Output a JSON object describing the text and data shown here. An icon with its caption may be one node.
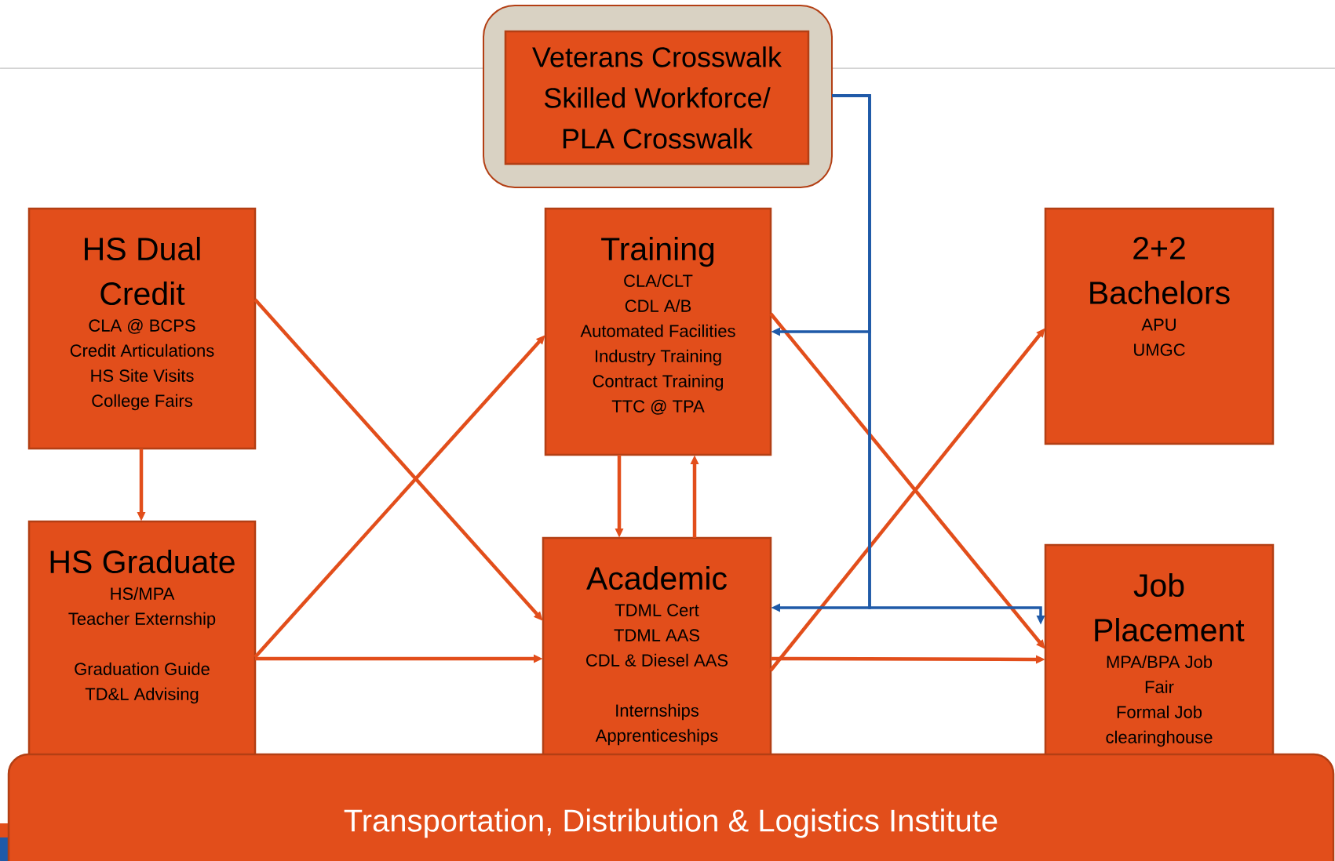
{
  "diagram": {
    "nodes": [
      {
        "text": [
          "Veterans Crosswalk Skilled Workforce/ PLA Crosswalk"
        ]
      },
      {
        "text": [
          "HS Dual Credit",
          "CLA @ BCPS",
          "Credit Articulations",
          "HS Site Visits",
          "College Fairs"
        ]
      },
      {
        "text": [
          "Training",
          "CLA/CLT",
          "CDL A/B",
          "Automated Facilities",
          "Industry Training",
          "Contract Training",
          "TTC @ TPA"
        ]
      },
      {
        "text": [
          "2+2 Bachelors",
          "APU",
          "UMGC"
        ]
      },
      {
        "text": [
          "HS Graduate",
          "HS/MPA",
          "Teacher Externship",
          "Graduation Guide",
          "TD&L Advising"
        ]
      },
      {
        "text": [
          "Academic",
          "TDML Cert",
          "TDML AAS",
          "CDL & Diesel AAS",
          "Internships",
          "Apprenticeships"
        ]
      },
      {
        "text": [
          "Job Placement",
          "MPA/BPA Job Fair",
          "Formal Job clearinghouse"
        ]
      },
      {
        "text": [
          "Transportation, Distribution & Logistics Institute"
        ]
      }
    ],
    "edges": [
      {
        "from": 1,
        "to": 4,
        "arrow": "to"
      },
      {
        "from": 1,
        "to": 5,
        "arrow": "to"
      },
      {
        "from": 4,
        "to": 2,
        "arrow": "to"
      },
      {
        "from": 4,
        "to": 5,
        "arrow": "to"
      },
      {
        "from": 2,
        "to": 5,
        "arrow": "to"
      },
      {
        "from": 5,
        "to": 2,
        "arrow": "to"
      },
      {
        "from": 2,
        "to": 6,
        "arrow": "to"
      },
      {
        "from": 5,
        "to": 3,
        "arrow": "to"
      },
      {
        "from": 5,
        "to": 6,
        "arrow": "to"
      },
      {
        "from": 0,
        "to": 2,
        "arrow": "to",
        "color": "#1f5aa8"
      },
      {
        "from": 0,
        "to": 5,
        "arrow": "to",
        "color": "#1f5aa8"
      },
      {
        "from": 0,
        "to": 6,
        "arrow": "to",
        "color": "#1f5aa8"
      }
    ]
  }
}
